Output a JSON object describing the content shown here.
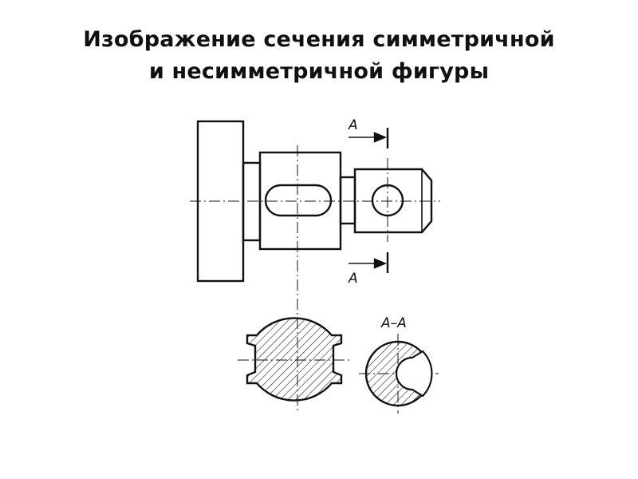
{
  "slide": {
    "title_line1": "Изображение сечения симметричной",
    "title_line2": "и несимметричной фигуры"
  },
  "drawing": {
    "cut_label_top": "A",
    "cut_label_bottom": "A",
    "section_label": "A–A",
    "line_color": "#111111",
    "hatch_color": "#222222"
  }
}
